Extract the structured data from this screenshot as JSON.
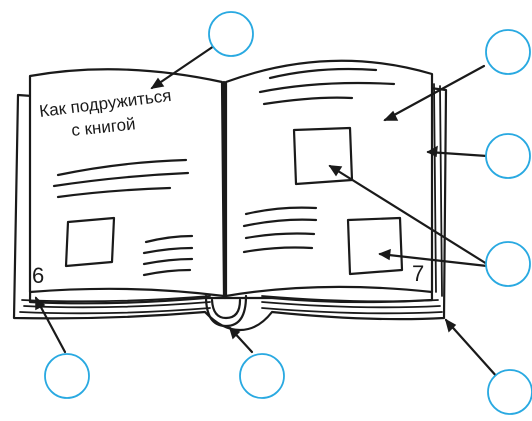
{
  "book": {
    "title_line1": "Как подружиться",
    "title_line2": "с книгой",
    "left_page_number": "6",
    "right_page_number": "7"
  },
  "label_circles": [
    {
      "name": "label-circle-title"
    },
    {
      "name": "label-circle-right-text"
    },
    {
      "name": "label-circle-page-edge"
    },
    {
      "name": "label-circle-illustrations"
    },
    {
      "name": "label-circle-page-number"
    },
    {
      "name": "label-circle-spine"
    },
    {
      "name": "label-circle-cover"
    }
  ],
  "colors": {
    "circle_stroke": "#29a9e1",
    "ink": "#1a1a1a"
  }
}
